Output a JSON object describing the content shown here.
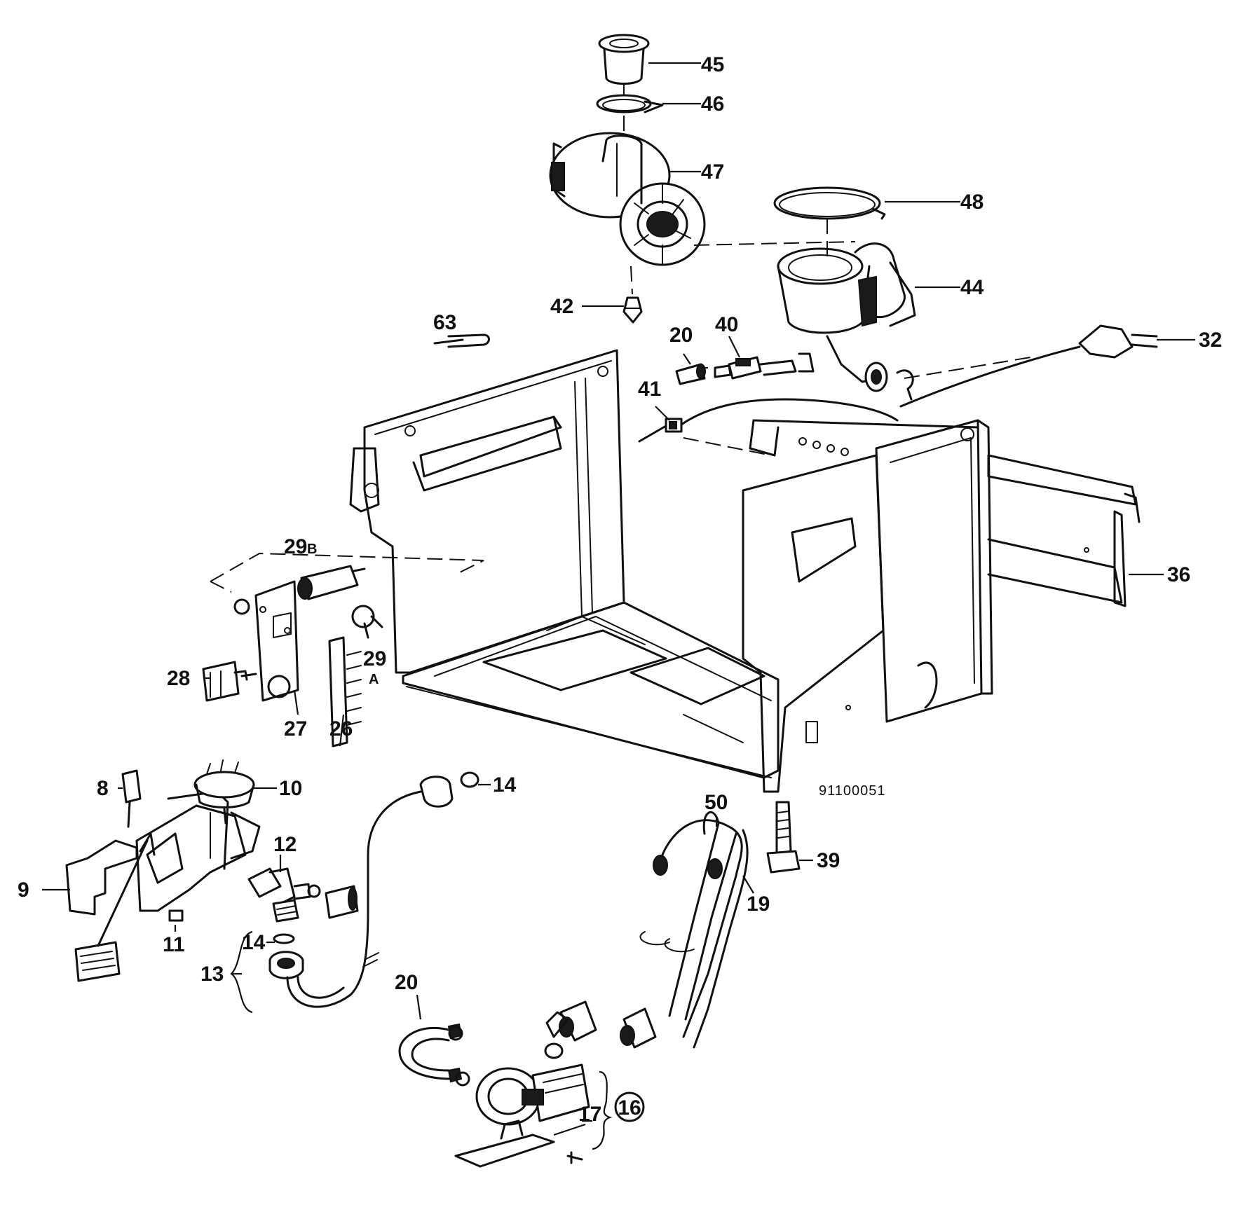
{
  "diagram": {
    "reference_code": "91100051",
    "labels": {
      "p45": "45",
      "p46": "46",
      "p47": "47",
      "p48": "48",
      "p44": "44",
      "p42": "42",
      "p63": "63",
      "p20a": "20",
      "p40": "40",
      "p32": "32",
      "p41": "41",
      "p36": "36",
      "p29b": "29",
      "p29b_suffix": "B",
      "p29a": "29",
      "p29a_suffix": "A",
      "p28": "28",
      "p27": "27",
      "p26": "26",
      "p8": "8",
      "p10": "10",
      "p14a": "14",
      "p12": "12",
      "p9": "9",
      "p11": "11",
      "p14b": "14",
      "p13": "13",
      "p50": "50",
      "p39": "39",
      "p19": "19",
      "p20b": "20",
      "p16": "16",
      "p17": "17"
    }
  }
}
